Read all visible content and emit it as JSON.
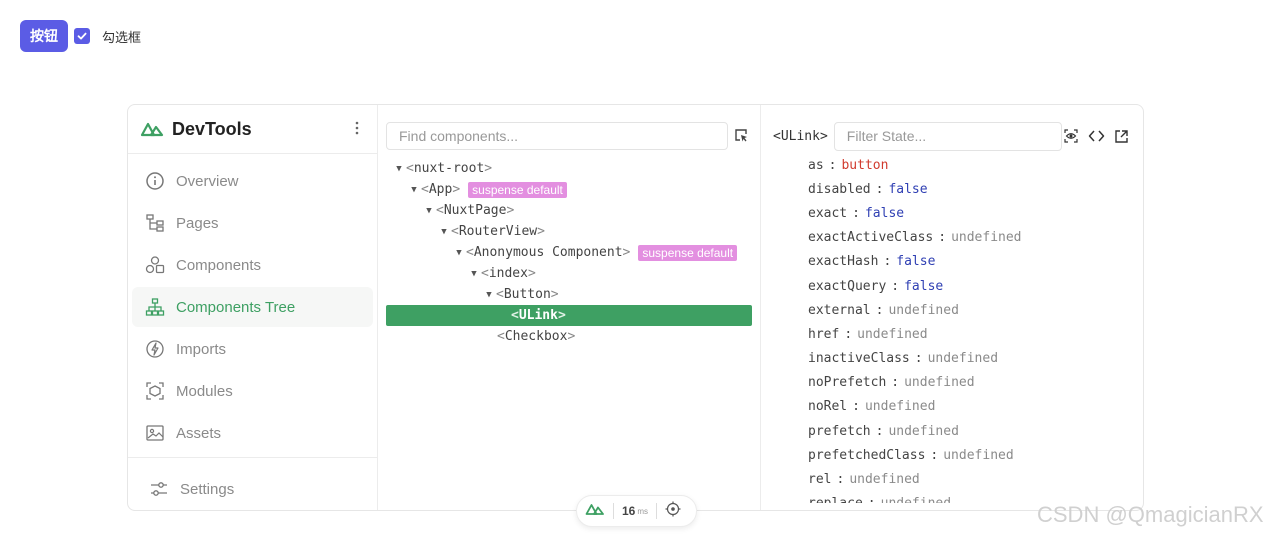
{
  "demo": {
    "button_label": "按钮",
    "checkbox_label": "勾选框",
    "checkbox_checked": true
  },
  "sidebar": {
    "title": "DevTools",
    "items": [
      {
        "label": "Overview",
        "icon": "info-icon"
      },
      {
        "label": "Pages",
        "icon": "sitemap-icon"
      },
      {
        "label": "Components",
        "icon": "shapes-icon"
      },
      {
        "label": "Components Tree",
        "icon": "tree-icon",
        "active": true
      },
      {
        "label": "Imports",
        "icon": "bolt-icon"
      },
      {
        "label": "Modules",
        "icon": "module-icon"
      },
      {
        "label": "Assets",
        "icon": "image-icon"
      }
    ],
    "settings_label": "Settings"
  },
  "tree": {
    "search_placeholder": "Find components...",
    "nodes": [
      {
        "name": "nuxt-root"
      },
      {
        "name": "App",
        "badge": "suspense default"
      },
      {
        "name": "NuxtPage"
      },
      {
        "name": "RouterView"
      },
      {
        "name": "Anonymous Component",
        "badge": "suspense default"
      },
      {
        "name": "index"
      },
      {
        "name": "Button"
      },
      {
        "name": "ULink"
      },
      {
        "name": "Checkbox"
      }
    ]
  },
  "state": {
    "component_tag": "<ULink>",
    "filter_placeholder": "Filter State...",
    "props": [
      {
        "key": "as",
        "value": "button"
      },
      {
        "key": "disabled",
        "value": "false"
      },
      {
        "key": "exact",
        "value": "false"
      },
      {
        "key": "exactActiveClass",
        "value": "undefined"
      },
      {
        "key": "exactHash",
        "value": "false"
      },
      {
        "key": "exactQuery",
        "value": "false"
      },
      {
        "key": "external",
        "value": "undefined"
      },
      {
        "key": "href",
        "value": "undefined"
      },
      {
        "key": "inactiveClass",
        "value": "undefined"
      },
      {
        "key": "noPrefetch",
        "value": "undefined"
      },
      {
        "key": "noRel",
        "value": "undefined"
      },
      {
        "key": "prefetch",
        "value": "undefined"
      },
      {
        "key": "prefetchedClass",
        "value": "undefined"
      },
      {
        "key": "rel",
        "value": "undefined"
      },
      {
        "key": "replace",
        "value": "undefined"
      }
    ]
  },
  "floating": {
    "time_value": "16",
    "time_unit": "ms"
  },
  "watermark": "CSDN @QmagicianRX",
  "colors": {
    "accent": "#3ea063",
    "primary_button": "#5b5ce5",
    "badge": "#e38fe0"
  }
}
